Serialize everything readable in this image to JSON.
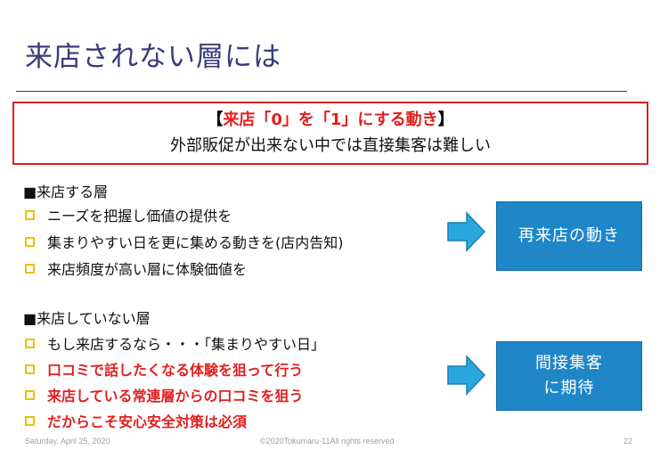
{
  "slide": {
    "title": "来店されない層には",
    "callout": {
      "bracket_open": "【",
      "heading": "来店「0」を「1」にする動き",
      "bracket_close": "】",
      "subtitle": "外部販促が出来ない中では直接集客は難しい"
    },
    "section1": {
      "heading": "■来店する層",
      "items": [
        "ニーズを把握し価値の提供を",
        "集まりやすい日を更に集める動きを(店内告知)",
        "来店頻度が高い層に体験価値を"
      ],
      "panel": [
        "再来店の動き"
      ]
    },
    "section2": {
      "heading": "■来店していない層",
      "items": [
        "もし来店するなら・・・「集まりやすい日」",
        "口コミで話したくなる体験を狙って行う",
        "来店している常連層からの口コミを狙う",
        "だからこそ安心安全対策は必須"
      ],
      "panel": [
        "間接集客",
        "に期待"
      ]
    }
  },
  "footer": {
    "date": "Saturday, April 25, 2020",
    "copyright": "©2020Tokumaru-11All rights reserved",
    "page": "22"
  },
  "colors": {
    "title": "#3b3b7a",
    "accent_red": "#e02020",
    "bullet": "#f0c000",
    "panel": "#1f86c8",
    "arrow": "#29a8e0"
  }
}
